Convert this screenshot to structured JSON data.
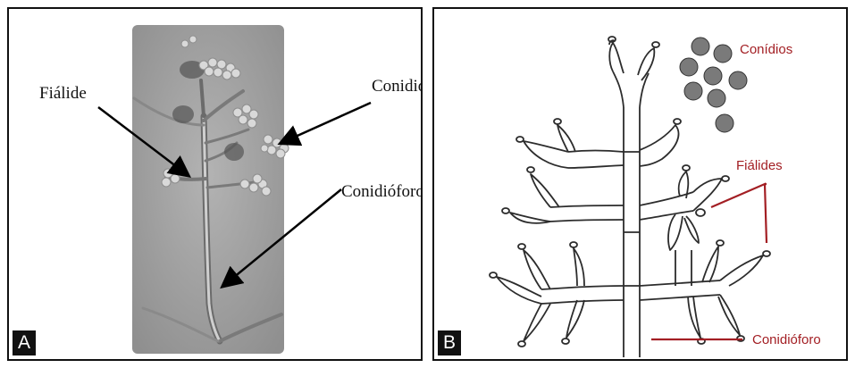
{
  "panel_a": {
    "badge": "A",
    "labels": {
      "fialide": "Fiálide",
      "conidios": "Conidios",
      "conidioforo": "Conidióforo"
    }
  },
  "panel_b": {
    "badge": "B",
    "labels": {
      "conidios": "Conídios",
      "fialides": "Fiálides",
      "conidioforo": "Conidióforo"
    }
  },
  "colors": {
    "label_red": "#a31f24",
    "micrograph_bg": "#a9a9a9",
    "structure": "#2c2c2c"
  }
}
